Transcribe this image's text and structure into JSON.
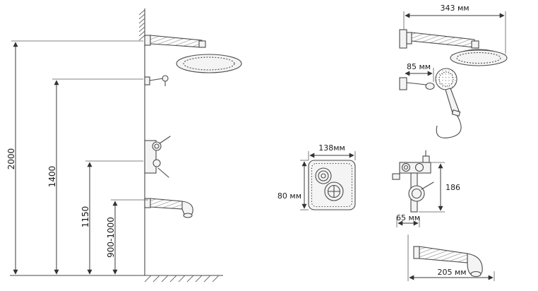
{
  "diagram": {
    "left": {
      "wall_height": "2000",
      "holder_height": "1400",
      "mixer_height": "1150",
      "spout_height": "900-1000"
    },
    "right": {
      "arm_length": "343 мм",
      "holder_offset": "85 мм",
      "panel_width": "138мм",
      "panel_height": "80 мм",
      "valve_height": "186",
      "valve_offset": "65 мм",
      "spout_length": "205 мм"
    }
  }
}
